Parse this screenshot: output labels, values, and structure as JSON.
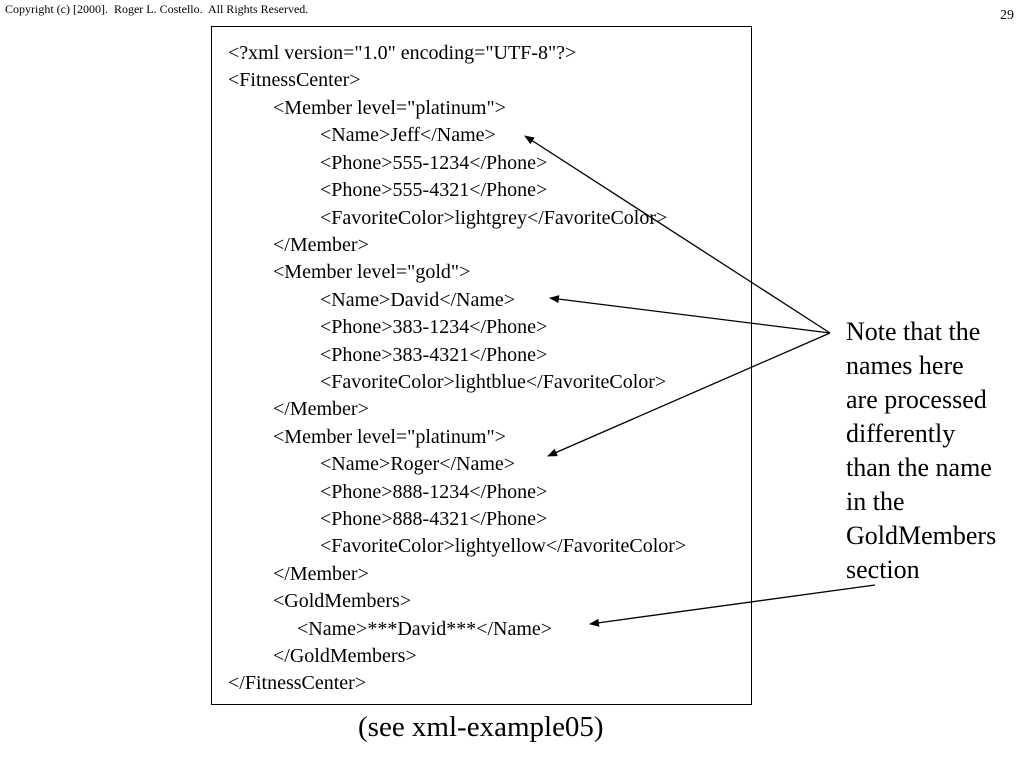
{
  "header": {
    "copyright": "Copyright (c) [2000].  Roger L. Costello.  All Rights Reserved.",
    "page_number": "29"
  },
  "code": {
    "lines": [
      "<?xml version=\"1.0\" encoding=\"UTF-8\"?>",
      "<FitnessCenter>",
      "<Member level=\"platinum\">",
      "<Name>Jeff</Name>",
      "<Phone>555-1234</Phone>",
      "<Phone>555-4321</Phone>",
      "<FavoriteColor>lightgrey</FavoriteColor>",
      "</Member>",
      "<Member level=\"gold\">",
      "<Name>David</Name>",
      "<Phone>383-1234</Phone>",
      "<Phone>383-4321</Phone>",
      "<FavoriteColor>lightblue</FavoriteColor>",
      "</Member>",
      "<Member level=\"platinum\">",
      "<Name>Roger</Name>",
      "<Phone>888-1234</Phone>",
      "<Phone>888-4321</Phone>",
      "<FavoriteColor>lightyellow</FavoriteColor>",
      "</Member>",
      "<GoldMembers>",
      "<Name>***David***</Name>",
      "</GoldMembers>",
      "</FitnessCenter>"
    ]
  },
  "note": {
    "lines": [
      "Note that the",
      "names here",
      "are processed",
      "differently",
      "than the name",
      "in the",
      "GoldMembers",
      "section"
    ]
  },
  "caption": "(see xml-example05)"
}
